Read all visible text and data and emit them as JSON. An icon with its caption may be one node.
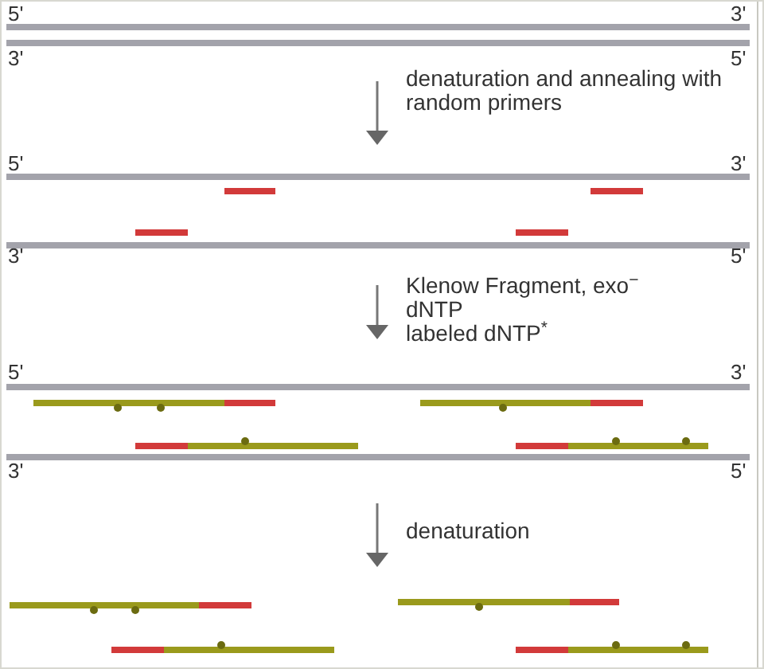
{
  "diagram": {
    "labels": [
      "5'",
      "3'",
      "3'",
      "5'",
      "denaturation and annealing with random primers",
      "5'",
      "3'",
      "3'",
      "5'",
      "Klenow Fragment, exo$^{−}$",
      "dNTP",
      "labeled dNTP$^{*}$",
      "5'",
      "3'",
      "3'",
      "5'",
      "denaturation"
    ]
  }
}
